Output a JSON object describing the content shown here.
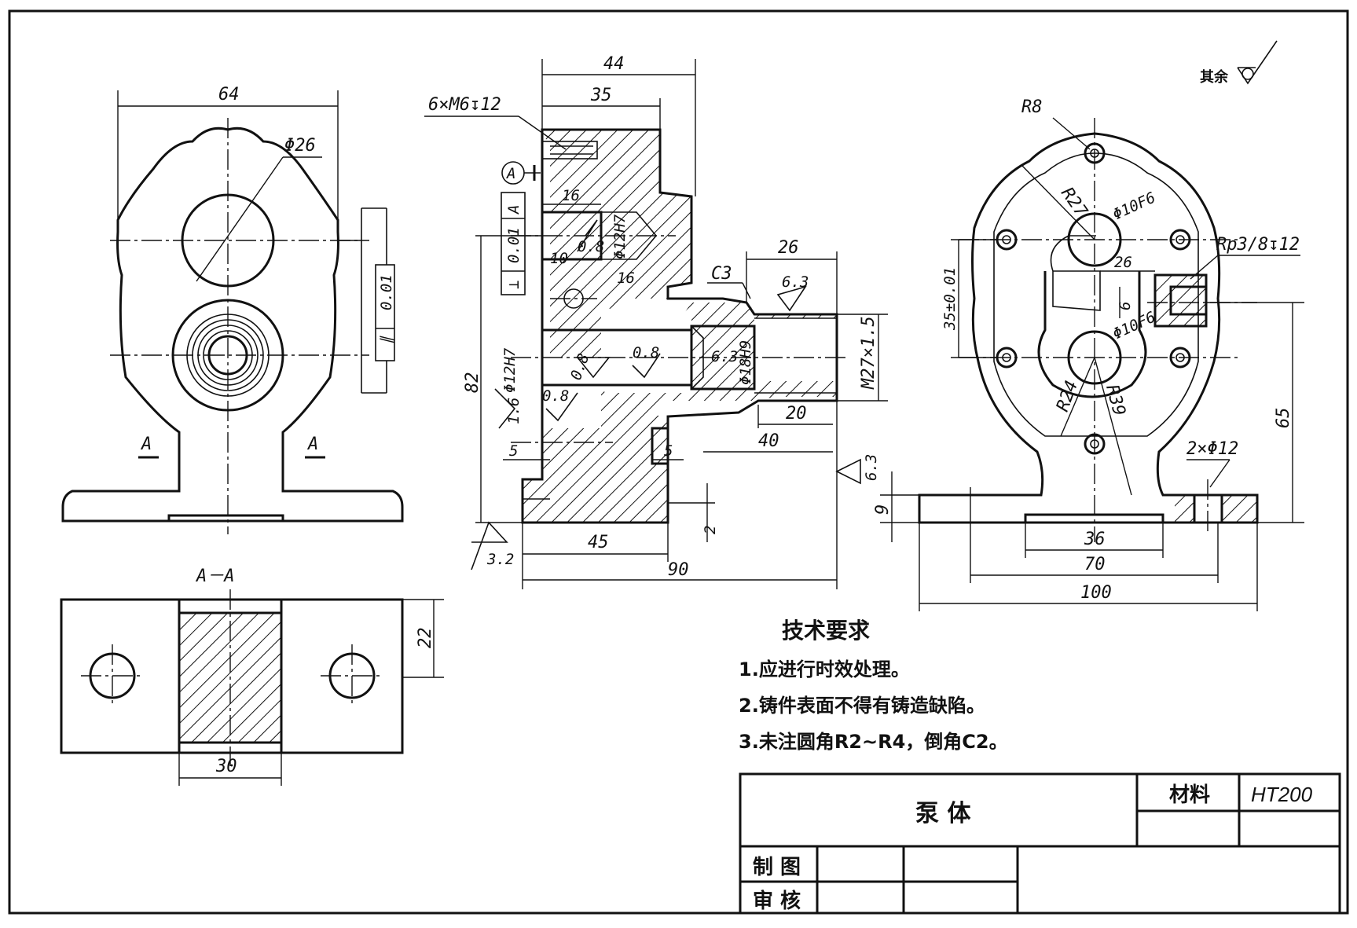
{
  "roughness_note": "其余",
  "views": {
    "left": {
      "dims": {
        "width": "64",
        "bore_dia": "Φ26"
      },
      "section_marks": [
        "A",
        "A"
      ],
      "tolerance_frame": [
        "∥",
        "0.01"
      ]
    },
    "section": {
      "title": "A－A",
      "dims": {
        "width": "30",
        "height": "22"
      }
    },
    "middle": {
      "callouts": {
        "thread": "6×M6↧12",
        "datum": "A",
        "chamfer": "C3",
        "thread_outer": "M27×1.5",
        "bore_1": "Φ12H7",
        "bore_2": "Φ12H7",
        "bore_3": "Φ18H9"
      },
      "tolerance_frame": [
        "⊥",
        "0.01",
        "A"
      ],
      "dims": {
        "d44": "44",
        "d35": "35",
        "d16a": "16",
        "d16b": "16",
        "d10": "10",
        "d26": "26",
        "d82": "82",
        "d5a": "5",
        "d5b": "5",
        "d20": "20",
        "d40": "40",
        "d45": "45",
        "d2": "2",
        "d90": "90"
      },
      "roughness": [
        "0.8",
        "0.8",
        "0.8",
        "0.8",
        "6.3",
        "6.3",
        "1.6",
        "3.2",
        "6.3"
      ]
    },
    "right": {
      "callouts": {
        "r8": "R8",
        "r27": "R27",
        "r24": "R24",
        "r39": "R39",
        "phi10_top": "Φ10F6",
        "phi10_bot": "Φ10F6",
        "pipe_thread": "Rp3/8↧12",
        "holes": "2×Φ12",
        "d6": "6"
      },
      "dims": {
        "d35": "35±0.01",
        "d26": "26",
        "d65": "65",
        "d9": "9",
        "d36": "36",
        "d70": "70",
        "d100": "100"
      }
    }
  },
  "notes": {
    "title": "技术要求",
    "items": [
      "1.应进行时效处理。",
      "2.铸件表面不得有铸造缺陷。",
      "3.未注圆角R2~R4，倒角C2。"
    ]
  },
  "title_block": {
    "part_name": "泵 体",
    "material_label": "材料",
    "material_value": "HT200",
    "drawn_label": "制 图",
    "checked_label": "审 核"
  }
}
